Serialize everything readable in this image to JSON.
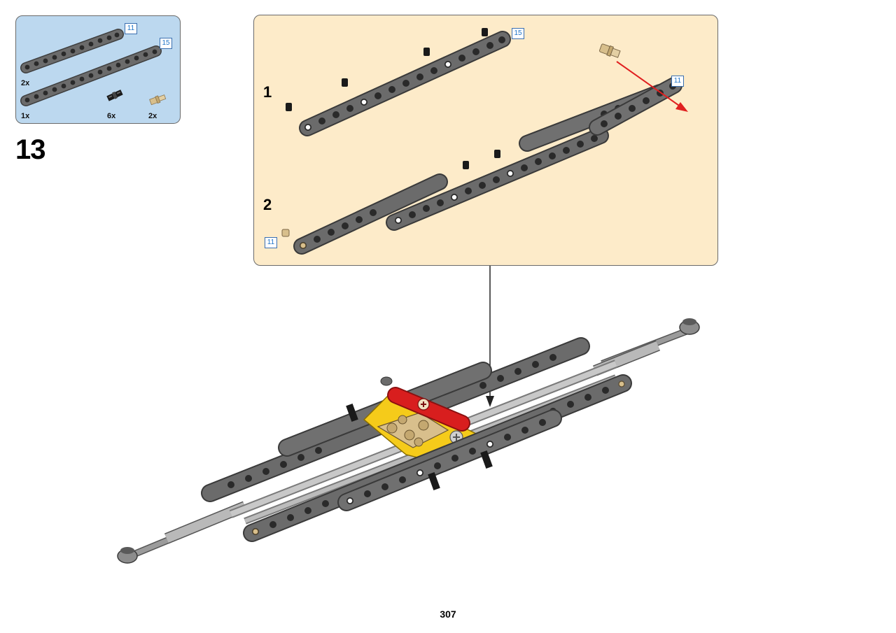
{
  "parts_list": {
    "items": [
      {
        "part": "beam-11",
        "length_label": "11",
        "quantity": "2x"
      },
      {
        "part": "beam-15",
        "length_label": "15",
        "quantity": "1x"
      },
      {
        "part": "friction-pin-black",
        "quantity": "6x"
      },
      {
        "part": "axle-pin-tan",
        "quantity": "2x"
      }
    ]
  },
  "step": {
    "number": "13"
  },
  "callout": {
    "substeps": [
      {
        "number": "1"
      },
      {
        "number": "2"
      }
    ],
    "length_labels": {
      "top_beam": "15",
      "red_arrow_beam": "11",
      "bottom_beam": "11"
    }
  },
  "colors": {
    "parts_bg": "#bcd8ef",
    "callout_bg": "#fdebc9",
    "beam": "#6b6b6b",
    "yellow_part": "#f5cb1a",
    "red_part": "#d81e1e",
    "tan_part": "#d8bf8c",
    "arrow": "#e02020"
  },
  "page": {
    "number": "307"
  }
}
